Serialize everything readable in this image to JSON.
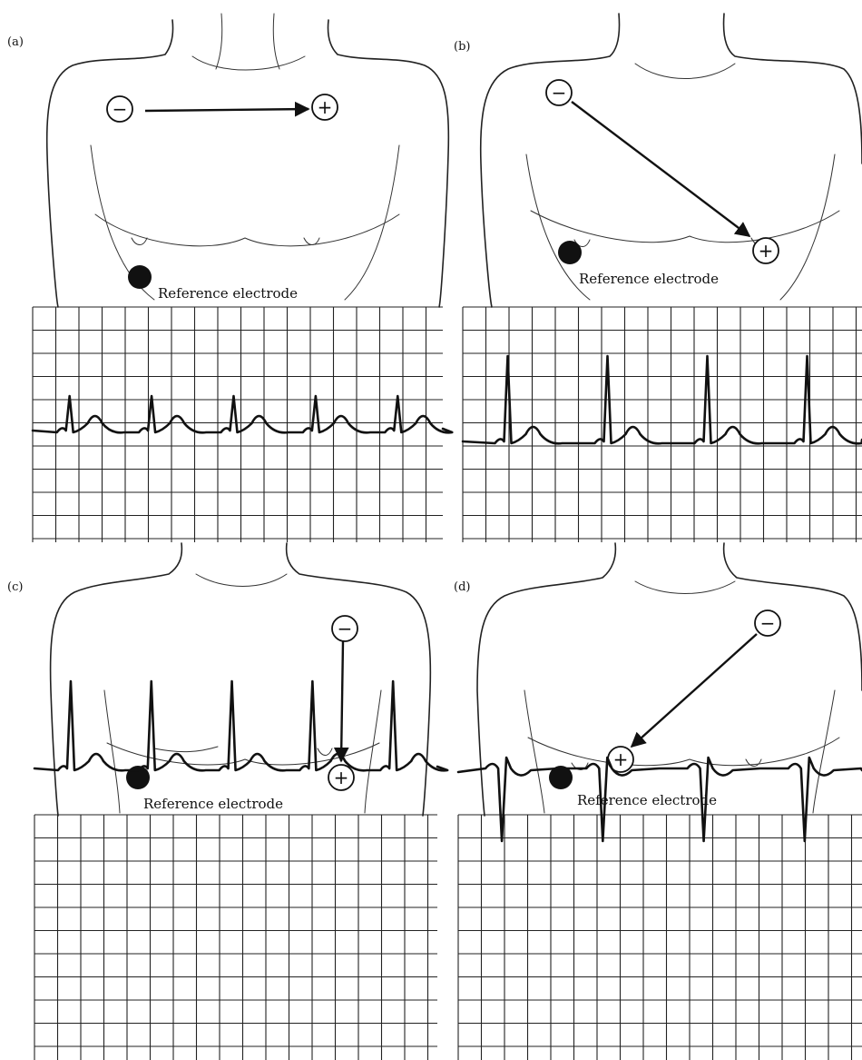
{
  "panels": [
    {
      "id": "a",
      "label": "(a)",
      "reference_label": "Reference electrode",
      "vector": "right-arm to left-arm (horizontal)",
      "ecg": {
        "qrs_direction": "upright",
        "qrs_amplitude": "small",
        "beats": 5
      }
    },
    {
      "id": "b",
      "label": "(b)",
      "reference_label": "Reference electrode",
      "vector": "right shoulder to left lower chest (diagonal)",
      "ecg": {
        "qrs_direction": "upright",
        "qrs_amplitude": "large",
        "beats": 4
      }
    },
    {
      "id": "c",
      "label": "(c)",
      "reference_label": "Reference electrode",
      "vector": "left shoulder to left lower chest (vertical)",
      "ecg": {
        "qrs_direction": "upright",
        "qrs_amplitude": "medium-large",
        "beats": 5
      }
    },
    {
      "id": "d",
      "label": "(d)",
      "reference_label": "Reference electrode",
      "vector": "left shoulder to lower sternum (diagonal)",
      "ecg": {
        "qrs_direction": "inverted",
        "qrs_amplitude": "medium",
        "beats": 4
      }
    }
  ],
  "electrodes": {
    "negative_symbol": "−",
    "positive_symbol": "+"
  }
}
